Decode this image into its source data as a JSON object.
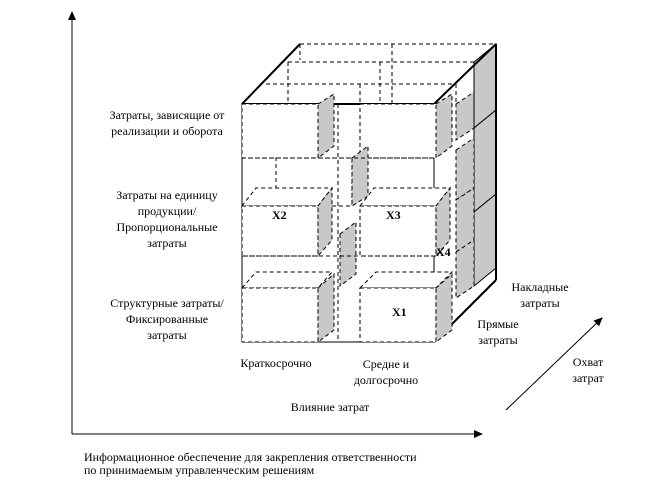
{
  "y_axis_labels": {
    "revenue": [
      "Затраты, зависящие от",
      "реализации и оборота"
    ],
    "per_unit": [
      "Затраты на единицу",
      "продукции/",
      "Пропорциональные",
      "затраты"
    ],
    "structural": [
      "Структурные затраты/",
      "Фиксированные",
      "затраты"
    ]
  },
  "x_axis_labels": {
    "short_term": "Краткосрочно",
    "mid_long": [
      "Средне и",
      "долгосрочно"
    ],
    "influence": "Влияние затрат"
  },
  "depth_axis_labels": {
    "overhead": [
      "Накладные",
      "затраты"
    ],
    "direct": [
      "Прямые",
      "затраты"
    ],
    "coverage": [
      "Охват",
      "затрат"
    ]
  },
  "cells": {
    "x1": "X1",
    "x2": "X2",
    "x3": "X3",
    "x4": "X4"
  },
  "caption": [
    "Информационное обеспечение для закрепления ответственности",
    "по принимаемым управленческим решениям"
  ],
  "colors": {
    "line": "#000000",
    "shade": "#c8c8c8",
    "face": "#ffffff"
  }
}
